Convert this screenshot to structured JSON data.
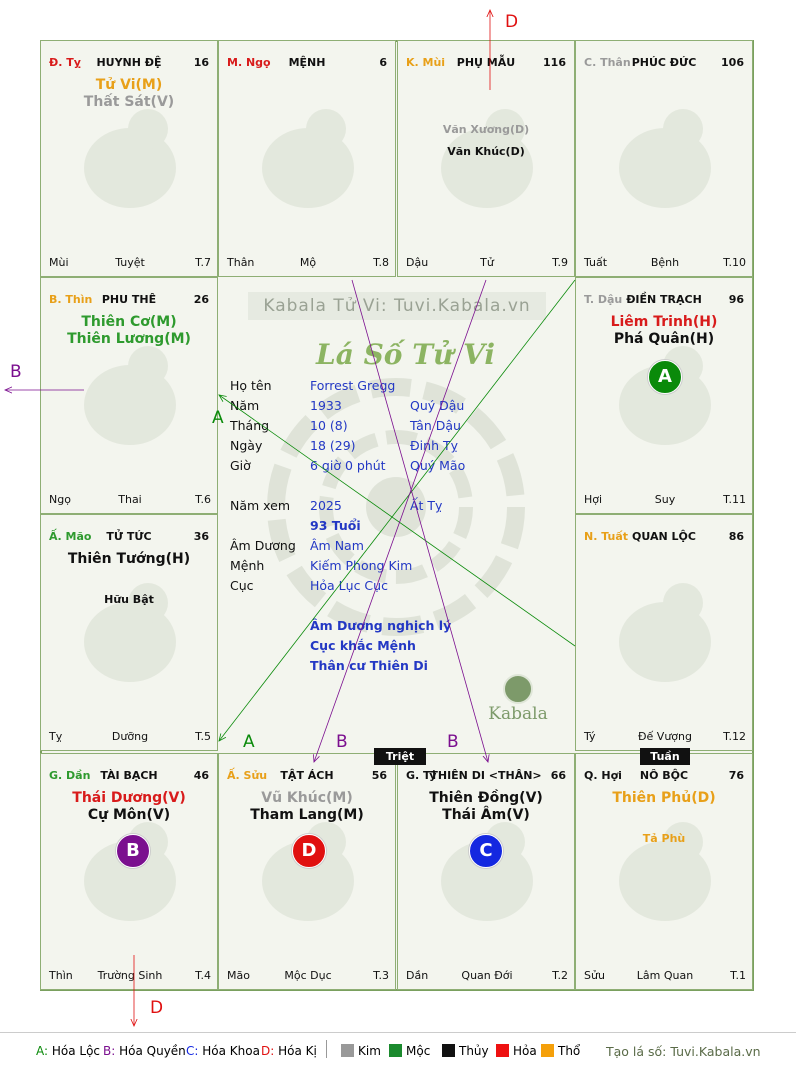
{
  "palaces": [
    {
      "can": "Đ. Tỵ",
      "can_color": "#d81b1b",
      "name": "HUYNH ĐỆ",
      "number": "16",
      "main_stars": [
        {
          "text": "Tử Vi(M)",
          "color": "#e8a019"
        },
        {
          "text": "Thất Sát(V)",
          "color": "#9a9a9a"
        }
      ],
      "minor_stars": [],
      "branch": "Mùi",
      "phase": "Tuyệt",
      "age": "T.7",
      "animal": "snake"
    },
    {
      "can": "M. Ngọ",
      "can_color": "#d81b1b",
      "name": "MỆNH",
      "number": "6",
      "main_stars": [],
      "minor_stars": [],
      "branch": "Thân",
      "phase": "Mộ",
      "age": "T.8",
      "animal": "horse"
    },
    {
      "can": "K. Mùi",
      "can_color": "#e8a019",
      "name": "PHỤ MẪU",
      "number": "116",
      "main_stars": [],
      "minor_stars": [
        {
          "text": "Văn Xương(D)",
          "color": "#9a9a9a"
        },
        {
          "text": "Văn Khúc(D)",
          "color": "#111111"
        }
      ],
      "branch": "Dậu",
      "phase": "Tử",
      "age": "T.9",
      "animal": "goat"
    },
    {
      "can": "C. Thân",
      "can_color": "#9a9a9a",
      "name": "PHÚC ĐỨC",
      "number": "106",
      "main_stars": [],
      "minor_stars": [],
      "branch": "Tuất",
      "phase": "Bệnh",
      "age": "T.10",
      "animal": "monkey"
    },
    {
      "can": "B. Thìn",
      "can_color": "#e8a019",
      "name": "PHU THÊ",
      "number": "26",
      "main_stars": [
        {
          "text": "Thiên Cơ(M)",
          "color": "#2e9a2e"
        },
        {
          "text": "Thiên Lương(M)",
          "color": "#2e9a2e"
        }
      ],
      "minor_stars": [],
      "branch": "Ngọ",
      "phase": "Thai",
      "age": "T.6",
      "animal": "dragon"
    },
    {
      "can": "T. Dậu",
      "can_color": "#9a9a9a",
      "name": "ĐIỀN TRẠCH",
      "number": "96",
      "main_stars": [
        {
          "text": "Liêm Trinh(H)",
          "color": "#d81b1b"
        },
        {
          "text": "Phá Quân(H)",
          "color": "#111111"
        }
      ],
      "minor_stars": [],
      "branch": "Hợi",
      "phase": "Suy",
      "age": "T.11",
      "animal": "rooster"
    },
    {
      "can": "Ấ. Mão",
      "can_color": "#2e9a2e",
      "name": "TỬ TỨC",
      "number": "36",
      "main_stars": [
        {
          "text": "Thiên Tướng(H)",
          "color": "#111111"
        }
      ],
      "minor_stars": [
        {
          "text": "Hữu Bật",
          "color": "#111111"
        }
      ],
      "branch": "Tỵ",
      "phase": "Dưỡng",
      "age": "T.5",
      "animal": "rabbit"
    },
    {
      "can": "N. Tuất",
      "can_color": "#e8a019",
      "name": "QUAN LỘC",
      "number": "86",
      "main_stars": [],
      "minor_stars": [],
      "branch": "Tý",
      "phase": "Đế Vượng",
      "age": "T.12",
      "animal": "dog"
    },
    {
      "can": "G. Dần",
      "can_color": "#2e9a2e",
      "name": "TÀI BẠCH",
      "number": "46",
      "main_stars": [
        {
          "text": "Thái Dương(V)",
          "color": "#d81b1b"
        },
        {
          "text": "Cự Môn(V)",
          "color": "#111111"
        }
      ],
      "minor_stars": [],
      "branch": "Thìn",
      "phase": "Trường Sinh",
      "age": "T.4",
      "animal": "tiger"
    },
    {
      "can": "Ấ. Sửu",
      "can_color": "#e8a019",
      "name": "TẬT ÁCH",
      "number": "56",
      "main_stars": [
        {
          "text": "Vũ Khúc(M)",
          "color": "#9a9a9a"
        },
        {
          "text": "Tham Lang(M)",
          "color": "#111111"
        }
      ],
      "minor_stars": [],
      "branch": "Mão",
      "phase": "Mộc Dục",
      "age": "T.3",
      "animal": "ox"
    },
    {
      "can": "G. Tý",
      "can_color": "#111111",
      "name": "THIÊN DI <THÂN>",
      "number": "66",
      "main_stars": [
        {
          "text": "Thiên Đồng(V)",
          "color": "#111111"
        },
        {
          "text": "Thái Âm(V)",
          "color": "#111111"
        }
      ],
      "minor_stars": [],
      "branch": "Dần",
      "phase": "Quan Đới",
      "age": "T.2",
      "animal": "rat"
    },
    {
      "can": "Q. Hợi",
      "can_color": "#111111",
      "name": "NÔ BỘC",
      "number": "76",
      "main_stars": [
        {
          "text": "Thiên Phủ(D)",
          "color": "#e8a019"
        }
      ],
      "minor_stars": [
        {
          "text": "Tả Phù",
          "color": "#e8a019"
        }
      ],
      "branch": "Sửu",
      "phase": "Lâm Quan",
      "age": "T.1",
      "animal": "pig"
    }
  ],
  "center": {
    "banner": "Kabala Tử Vi: Tuvi.Kabala.vn",
    "title": "Lá Số Tử Vi",
    "rows": [
      {
        "label": "Họ tên",
        "value": "Forrest Gregg",
        "extra": ""
      },
      {
        "label": "Năm",
        "value": "1933",
        "extra": "Quý Dậu"
      },
      {
        "label": "Tháng",
        "value": "10  (8)",
        "extra": "Tân Dậu"
      },
      {
        "label": "Ngày",
        "value": "18  (29)",
        "extra": "Đinh Tỵ"
      },
      {
        "label": "Giờ",
        "value": "6 giờ 0 phút",
        "extra": "Quý Mão"
      },
      {
        "label": "Năm xem",
        "value": "2025",
        "extra": "Ất Tỵ"
      },
      {
        "label": "",
        "value": "93 Tuổi",
        "extra": ""
      },
      {
        "label": "Âm Dương",
        "value": "Âm Nam",
        "extra": ""
      },
      {
        "label": "Mệnh",
        "value": "Kiếm Phong Kim",
        "extra": ""
      },
      {
        "label": "Cục",
        "value": "Hỏa Lục Cục",
        "extra": ""
      }
    ],
    "notes": [
      "Âm Dương nghịch lý",
      "Cục khắc Mệnh",
      "Thân cư Thiên Di"
    ],
    "logo_text": "Kabala"
  },
  "tags": {
    "triet": "Triệt",
    "tuan": "Tuần"
  },
  "markers": [
    {
      "letter": "A",
      "color": "#0a8a0a"
    },
    {
      "letter": "B",
      "color": "#7b0f8f"
    },
    {
      "letter": "D",
      "color": "#e01010"
    },
    {
      "letter": "C",
      "color": "#1428e0"
    }
  ],
  "arrow_labels": {
    "top": "D",
    "left": "B",
    "bottom": "D",
    "a_upper": "A",
    "a_lower": "A",
    "b_left": "B",
    "b_right": "B"
  },
  "legend": {
    "items": [
      {
        "key": "A:",
        "text": "Hóa Lộc",
        "color": "#0a8a0a"
      },
      {
        "key": "B:",
        "text": "Hóa Quyền",
        "color": "#7b0f8f"
      },
      {
        "key": "C:",
        "text": "Hóa Khoa",
        "color": "#1428e0"
      },
      {
        "key": "D:",
        "text": "Hóa Kị",
        "color": "#e01010"
      }
    ],
    "elements": [
      {
        "text": "Kim",
        "color": "#999999"
      },
      {
        "text": "Mộc",
        "color": "#1b8a2e"
      },
      {
        "text": "Thủy",
        "color": "#111111"
      },
      {
        "text": "Hỏa",
        "color": "#ee1111"
      },
      {
        "text": "Thổ",
        "color": "#f5a00a"
      }
    ],
    "credit": "Tạo lá số: Tuvi.Kabala.vn"
  }
}
